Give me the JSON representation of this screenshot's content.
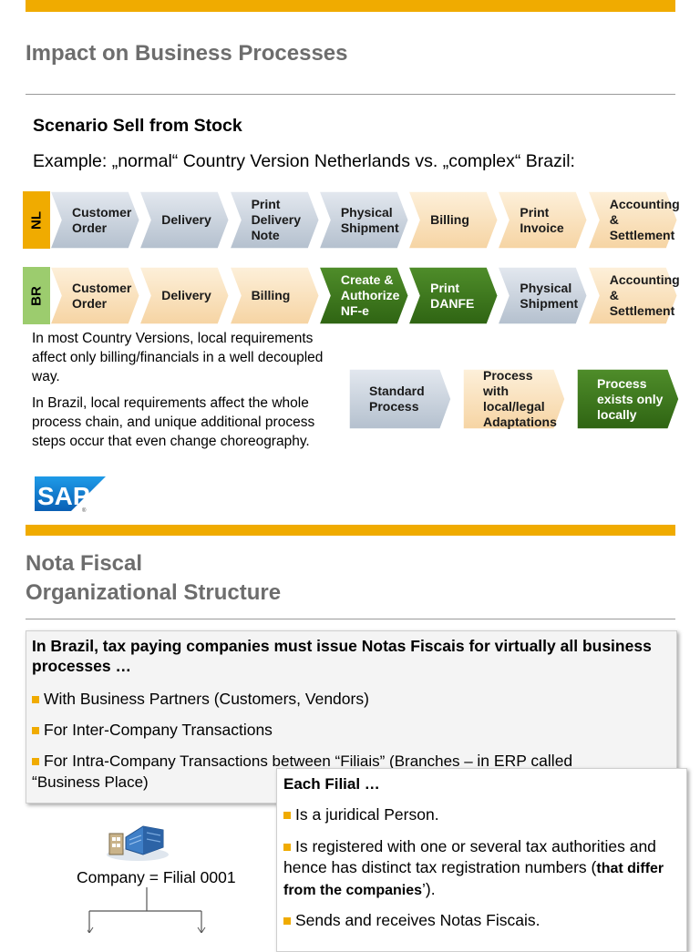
{
  "slide1": {
    "title": "Impact on Business Processes",
    "subtitle": "Scenario Sell from Stock",
    "example": "Example: „normal“ Country Version Netherlands vs. „complex“ Brazil:",
    "nl_row": {
      "tag": "NL",
      "steps": [
        {
          "label": "Customer\nOrder",
          "kind": "standard"
        },
        {
          "label": "Delivery",
          "kind": "standard"
        },
        {
          "label": "Print\nDelivery\nNote",
          "kind": "standard"
        },
        {
          "label": "Physical\nShipment",
          "kind": "standard"
        },
        {
          "label": "Billing",
          "kind": "adapted"
        },
        {
          "label": "Print\nInvoice",
          "kind": "adapted"
        },
        {
          "label": "Accounting\n& Settlement",
          "kind": "adapted"
        }
      ]
    },
    "br_row": {
      "tag": "BR",
      "steps": [
        {
          "label": "Customer\nOrder",
          "kind": "adapted"
        },
        {
          "label": "Delivery",
          "kind": "adapted"
        },
        {
          "label": "Billing",
          "kind": "adapted"
        },
        {
          "label": "Create  &\nAuthorize\nNF-e",
          "kind": "local"
        },
        {
          "label": "Print\nDANFE",
          "kind": "local"
        },
        {
          "label": "Physical\nShipment",
          "kind": "standard"
        },
        {
          "label": "Accounting\n& Settlement",
          "kind": "adapted"
        }
      ]
    },
    "para1": "In most Country Versions, local requirements affect only billing/financials in a well decoupled way.",
    "para2": "In Brazil, local requirements affect the whole process chain, and unique additional process steps occur that even change choreography.",
    "legend": [
      {
        "label": "Standard\nProcess",
        "kind": "standard"
      },
      {
        "label": "Process with\nlocal/legal\nAdaptations",
        "kind": "adapted"
      },
      {
        "label": "Process\nexists only\nlocally",
        "kind": "local"
      }
    ],
    "logo": "SAP"
  },
  "slide2": {
    "title_line1": "Nota Fiscal",
    "title_line2": "Organizational Structure",
    "box_heading": "In Brazil, tax paying companies must issue Notas Fiscais for virtually all business processes …",
    "bullet1": "With Business Partners (Customers, Vendors)",
    "bullet2": "For Inter-Company Transactions",
    "bullet3_a": "For Intra-",
    "bullet3_b": "Company Transactions between “Filiais” (Branches – ",
    "bullet3_c": "in ERP called",
    "bullet3_d": "“",
    "bullet3_e": "Business Place)",
    "company_label": "Company = Filial 0001",
    "filial_heading": "Each Filial …",
    "filial_b1": "Is a juridical Person.",
    "filial_b2_a": "Is registered with one or several tax authorities and hence has distinct tax registration numbers (",
    "filial_b2_b": "that differ from the companies",
    "filial_b2_c": "’).",
    "filial_b3": "Sends and receives Notas Fiscais."
  },
  "colors": {
    "gold": "#f0ab00",
    "standard": "#c9d3df",
    "adapted": "#fbe3bd",
    "local": "#3d7a1f",
    "title_gray": "#6d6d6d",
    "sap_blue": "#0a6ed1"
  }
}
